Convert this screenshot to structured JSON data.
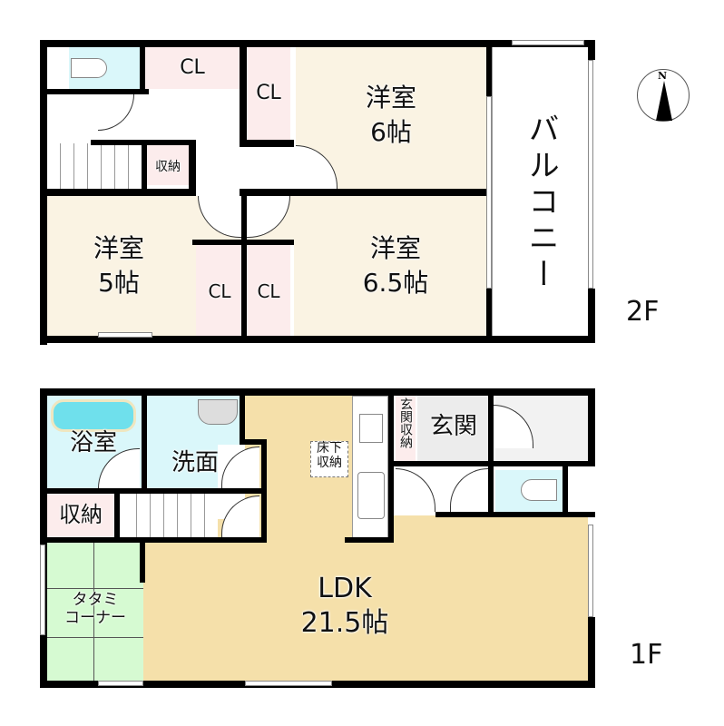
{
  "colors": {
    "western_room": "#faf3e3",
    "closet": "#fcecec",
    "toilet_bath": "#daf7fa",
    "ldk": "#f5e0aa",
    "tatami": "#d6fad2",
    "entry_tile": "#ececec",
    "wall": "#000000"
  },
  "floor2": {
    "label": "2F",
    "rooms": {
      "closet_top": "CL",
      "closet_right": "CL",
      "western_6": {
        "name": "洋室",
        "size": "6帖"
      },
      "storage": "収納",
      "western_5": {
        "name": "洋室",
        "size": "5帖"
      },
      "closet_a": "CL",
      "closet_b": "CL",
      "western_65": {
        "name": "洋室",
        "size": "6.5帖"
      },
      "balcony": "バルコニー"
    }
  },
  "floor1": {
    "label": "1F",
    "rooms": {
      "bath": "浴室",
      "washroom": "洗面",
      "storage": "収納",
      "underfloor": "床下\n収納",
      "entry_storage": "玄関収納",
      "entry": "玄関",
      "tatami": "タタミ\nコーナー",
      "ldk": {
        "name": "LDK",
        "size": "21.5帖"
      }
    }
  },
  "compass": {
    "label": "N"
  }
}
